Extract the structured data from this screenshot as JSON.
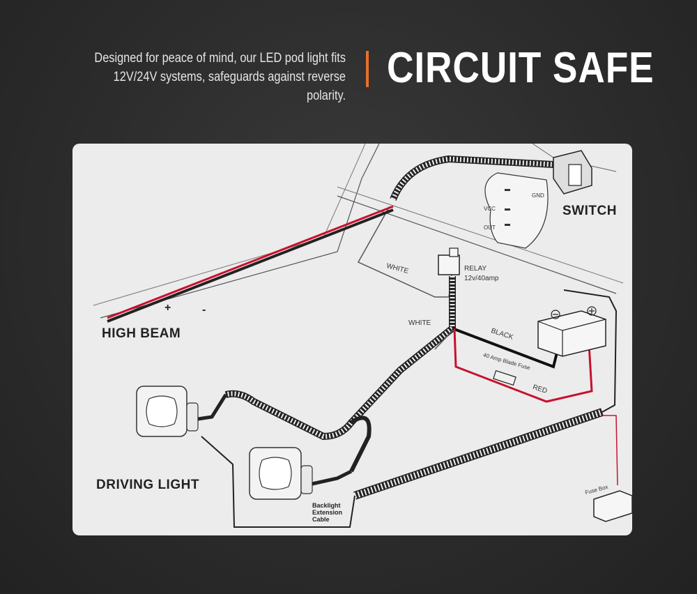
{
  "header": {
    "tagline_line1": "Designed for peace of mind, our LED pod light fits",
    "tagline_line2": "12V/24V systems, safeguards against reverse polarity.",
    "title": "CIRCUIT SAFE",
    "accent_color": "#e8702a"
  },
  "diagram": {
    "labels": {
      "switch": "SWITCH",
      "high_beam": "HIGH BEAM",
      "plus": "+",
      "minus": "-",
      "driving_light": "DRIVING LIGHT",
      "relay": "RELAY",
      "relay_rating": "12v/40amp",
      "white_upper": "WHITE",
      "white_lower": "WHITE",
      "black": "BLACK",
      "red": "RED",
      "fuse": "40 Amp Blade Fuse",
      "fuse_box": "Fuse Box",
      "backlight_1": "Backlight",
      "backlight_2": "Extension",
      "backlight_3": "Cable",
      "gnd": "GND",
      "vcc": "VCC",
      "out": "OUT"
    },
    "wire_colors": {
      "red": "#c8102e",
      "black": "#111111"
    }
  }
}
